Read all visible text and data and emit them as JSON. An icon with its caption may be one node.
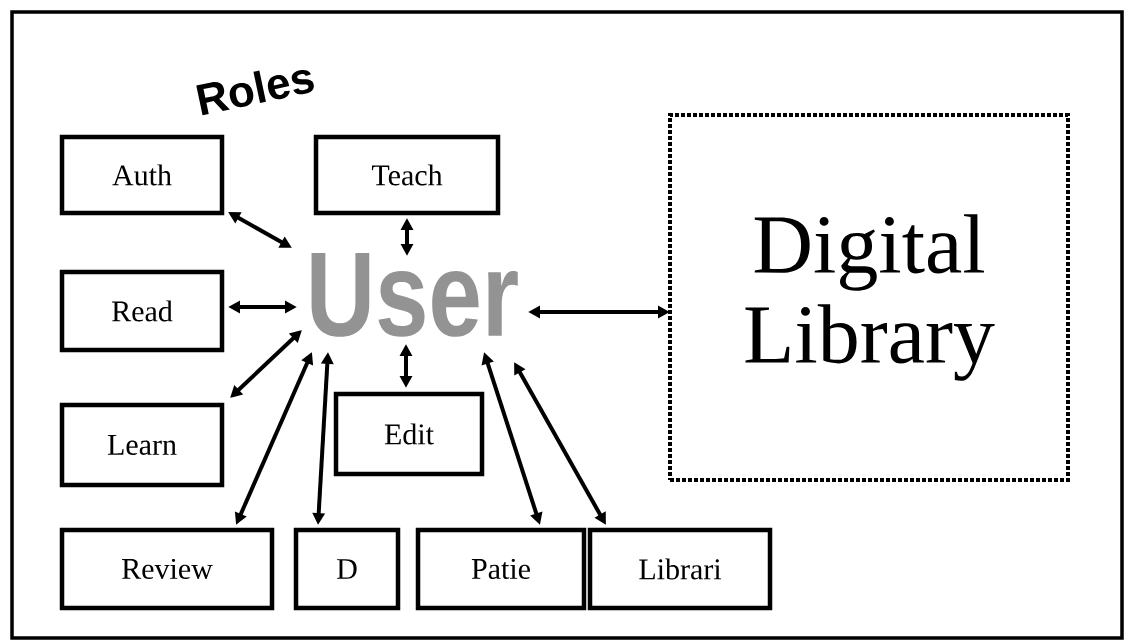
{
  "diagram": {
    "title": "Roles",
    "nodes": [
      {
        "text": [
          "Auth"
        ]
      },
      {
        "text": [
          "Teach"
        ]
      },
      {
        "text": [
          "Read"
        ]
      },
      {
        "text": [
          "User"
        ]
      },
      {
        "text": [
          "Digital Library"
        ]
      },
      {
        "text": [
          "Learn"
        ]
      },
      {
        "text": [
          "Edit"
        ]
      },
      {
        "text": [
          "Review"
        ]
      },
      {
        "text": [
          "D"
        ]
      },
      {
        "text": [
          "Patie"
        ]
      },
      {
        "text": [
          "Librari"
        ]
      }
    ],
    "edges": [
      {
        "from": 0,
        "to": 3,
        "arrow": "both"
      },
      {
        "from": 1,
        "to": 3,
        "arrow": "both"
      },
      {
        "from": 2,
        "to": 3,
        "arrow": "both"
      },
      {
        "from": 3,
        "to": 4,
        "arrow": "both"
      },
      {
        "from": 5,
        "to": 3,
        "arrow": "both"
      },
      {
        "from": 6,
        "to": 3,
        "arrow": "both"
      },
      {
        "from": 7,
        "to": 3,
        "arrow": "both"
      },
      {
        "from": 8,
        "to": 3,
        "arrow": "both"
      },
      {
        "from": 9,
        "to": 3,
        "arrow": "both"
      },
      {
        "from": 10,
        "to": 3,
        "arrow": "both"
      }
    ]
  }
}
